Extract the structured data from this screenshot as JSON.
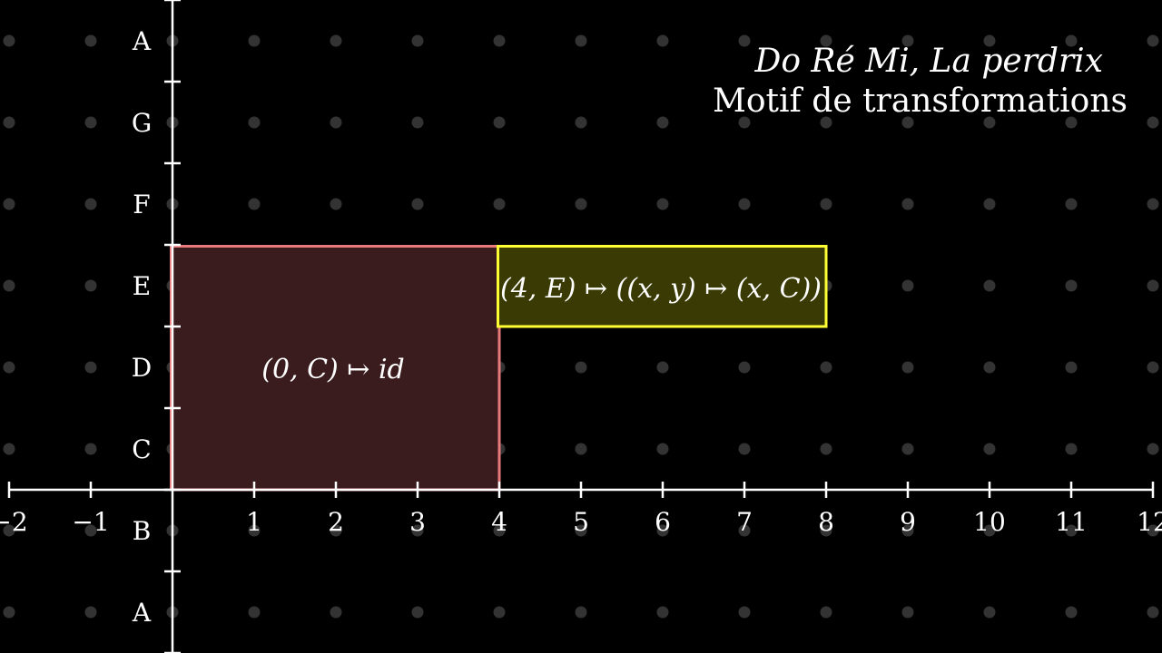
{
  "title": {
    "line1": "Do Ré Mi, La perdrix",
    "line2": "Motif de transformations"
  },
  "x_axis": {
    "ticks": [
      "−2",
      "−1",
      "1",
      "2",
      "3",
      "4",
      "5",
      "6",
      "7",
      "8",
      "9",
      "10",
      "11",
      "12"
    ],
    "tick_values": [
      -2,
      -1,
      1,
      2,
      3,
      4,
      5,
      6,
      7,
      8,
      9,
      10,
      11,
      12
    ],
    "range": [
      -2,
      12
    ]
  },
  "y_axis": {
    "labels": [
      "A",
      "B",
      "C",
      "D",
      "E",
      "F",
      "G",
      "A"
    ],
    "label_values": [
      -1.5,
      -0.5,
      0.5,
      1.5,
      2.5,
      3.5,
      4.5,
      5.5
    ],
    "range": [
      -2,
      6
    ]
  },
  "regions": [
    {
      "name": "identity-region",
      "label": "(0, C) ↦ id",
      "x_range": [
        0,
        4
      ],
      "y_range": [
        0,
        3
      ],
      "stroke": "#e87a7a",
      "fill": "#3a1b1e"
    },
    {
      "name": "transform-region",
      "label": "(4, E) ↦ ((x, y) ↦ (x, C))",
      "x_range": [
        4,
        8
      ],
      "y_range": [
        2,
        3
      ],
      "stroke": "#ffff33",
      "fill": "#3a3a05"
    }
  ],
  "colors": {
    "background": "#000000",
    "axis": "#ffffff",
    "grid_dot": "#333333"
  }
}
